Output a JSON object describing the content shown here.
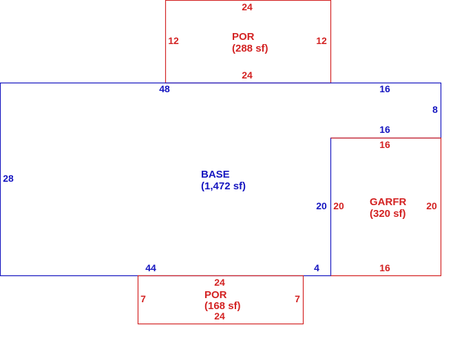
{
  "colors": {
    "red": "#d32222",
    "blue": "#1515c0"
  },
  "areas": {
    "por_top": {
      "name": "POR",
      "area": "(288 sf)"
    },
    "base": {
      "name": "BASE",
      "area": "(1,472 sf)"
    },
    "garfr": {
      "name": "GARFR",
      "area": "(320 sf)"
    },
    "por_bottom": {
      "name": "POR",
      "area": "(168 sf)"
    }
  },
  "dims": {
    "por_top": {
      "top": "24",
      "bottom": "24",
      "left": "12",
      "right": "12"
    },
    "base": {
      "top_left": "48",
      "top_right": "16",
      "right_upper": "8",
      "notch": "16",
      "left": "28",
      "inner_right": "20",
      "bottom_left": "44",
      "bottom_right": "4"
    },
    "garfr": {
      "top": "16",
      "left": "20",
      "right": "20",
      "bottom": "16"
    },
    "por_bottom": {
      "top": "24",
      "bottom": "24",
      "left": "7",
      "right": "7"
    }
  }
}
